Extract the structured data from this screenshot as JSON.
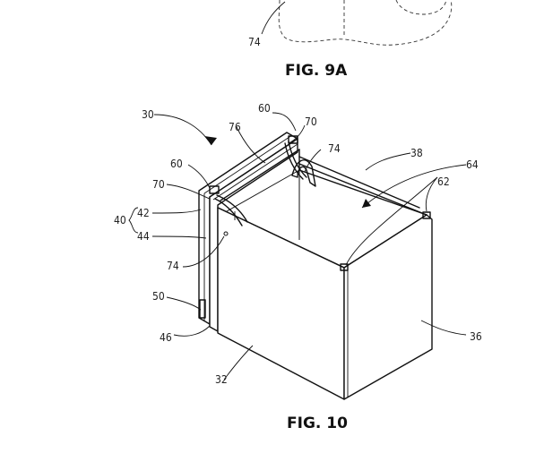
{
  "figures": {
    "fig9a": {
      "caption": "FIG. 9A",
      "labels": {
        "r74": "74"
      }
    },
    "fig10": {
      "caption": "FIG. 10",
      "labels": {
        "r30": "30",
        "r60a": "60",
        "r60b": "60",
        "r70a": "70",
        "r70b": "70",
        "r76": "76",
        "r74a": "74",
        "r74b": "74",
        "r38": "38",
        "r64": "64",
        "r62": "62",
        "r40": "40",
        "r42": "42",
        "r44": "44",
        "r50": "50",
        "r46": "46",
        "r32": "32",
        "r36": "36"
      }
    }
  }
}
